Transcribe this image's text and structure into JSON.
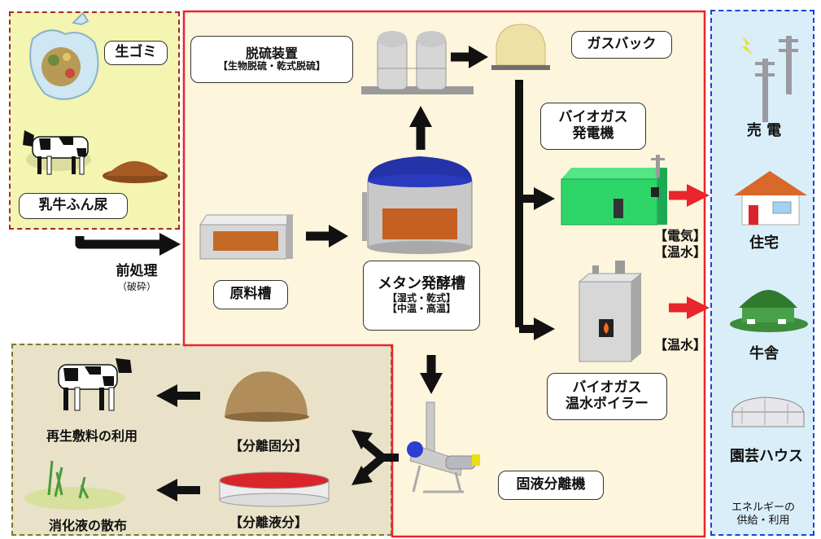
{
  "colors": {
    "process_border": "#e8262b",
    "process_fill": "#fdf5dc",
    "input_border": "#a0282e",
    "input_fill": "#f3f5b0",
    "output_border": "#7a7a2e",
    "output_fill": "#e9e2c8",
    "energy_border": "#1f3fd8",
    "energy_fill": "#d9eef9",
    "arrow": "#111111",
    "energy_arrow": "#e8262b"
  },
  "input": {
    "food_waste": "生ゴミ",
    "manure": "乳牛ふん尿",
    "pretreatment": "前処理",
    "pretreatment_note": "（破砕）"
  },
  "process": {
    "raw_tank": "原料槽",
    "desulfurizer": "脱硫装置",
    "desulfurizer_note": "【生物脱硫・乾式脱硫】",
    "gas_bag": "ガスバック",
    "digester": "メタン発酵槽",
    "digester_note1": "【湿式・乾式】",
    "digester_note2": "【中温・高温】",
    "generator_line1": "バイオガス",
    "generator_line2": "発電機",
    "boiler_line1": "バイオガス",
    "boiler_line2": "温水ボイラー",
    "electricity": "【電気】",
    "hot_water": "【温水】",
    "hot_water2": "【温水】",
    "separator": "固液分離機"
  },
  "output": {
    "solid": "【分離固分】",
    "liquid": "【分離液分】",
    "bedding": "再生敷料の利用",
    "liquid_use": "消化液の散布"
  },
  "energy": {
    "sale": "売 電",
    "house": "住宅",
    "barn": "牛舎",
    "greenhouse": "園芸ハウス",
    "footer_line1": "エネルギーの",
    "footer_line2": "供給・利用"
  }
}
